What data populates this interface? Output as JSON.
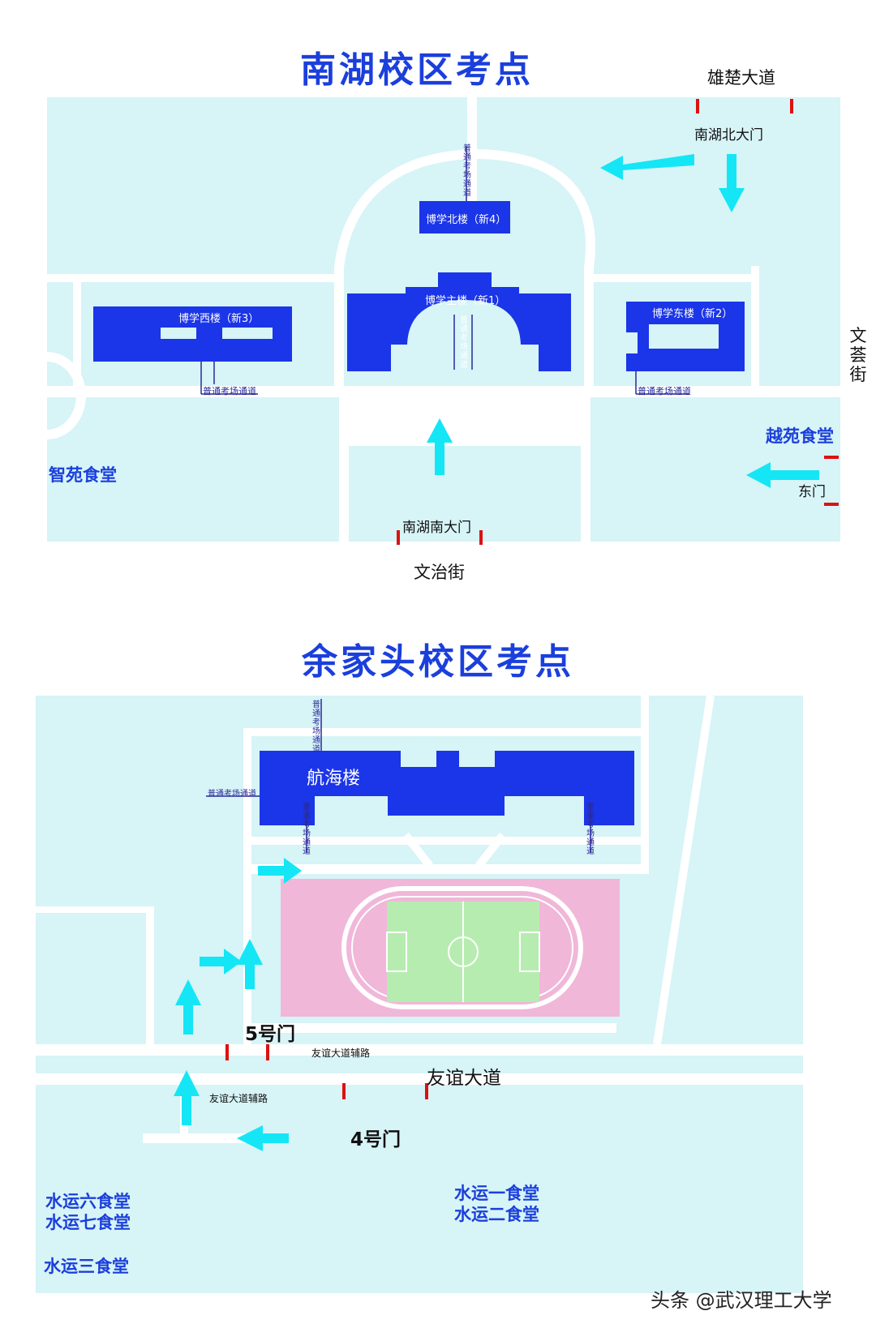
{
  "nanhu": {
    "title": "南湖校区考点",
    "roads": {
      "north": "雄楚大道",
      "east": "文荟街",
      "south": "文治街"
    },
    "gates": {
      "north": "南湖北大门",
      "south": "南湖南大门",
      "east": "东门"
    },
    "buildings": {
      "north": "博学北楼（新4）",
      "main": "博学主楼（新1）",
      "west": "博学西楼（新3）",
      "east": "博学东楼（新2）"
    },
    "passage": "普通考场通道",
    "canteens": {
      "yueyuan": "越苑食堂",
      "zhiyuan": "智苑食堂"
    }
  },
  "yujiatou": {
    "title": "余家头校区考点",
    "building": "航海楼",
    "passage": "普通考场通道",
    "gates": {
      "gate5": "5号门",
      "gate4": "4号门"
    },
    "roads": {
      "main": "友谊大道",
      "aux_north": "友谊大道辅路",
      "aux_south": "友谊大道辅路"
    },
    "canteens": {
      "six": "水运六食堂",
      "seven": "水运七食堂",
      "three": "水运三食堂",
      "one": "水运一食堂",
      "two": "水运二食堂"
    }
  },
  "footer": "头条 @武汉理工大学",
  "colors": {
    "land": "#d7f4f7",
    "road": "#ffffff",
    "building": "#1b35e8",
    "arrow": "#15e6f5",
    "gate": "#dd1111",
    "track": "#f0b7d9",
    "field": "#b7ecb0"
  }
}
